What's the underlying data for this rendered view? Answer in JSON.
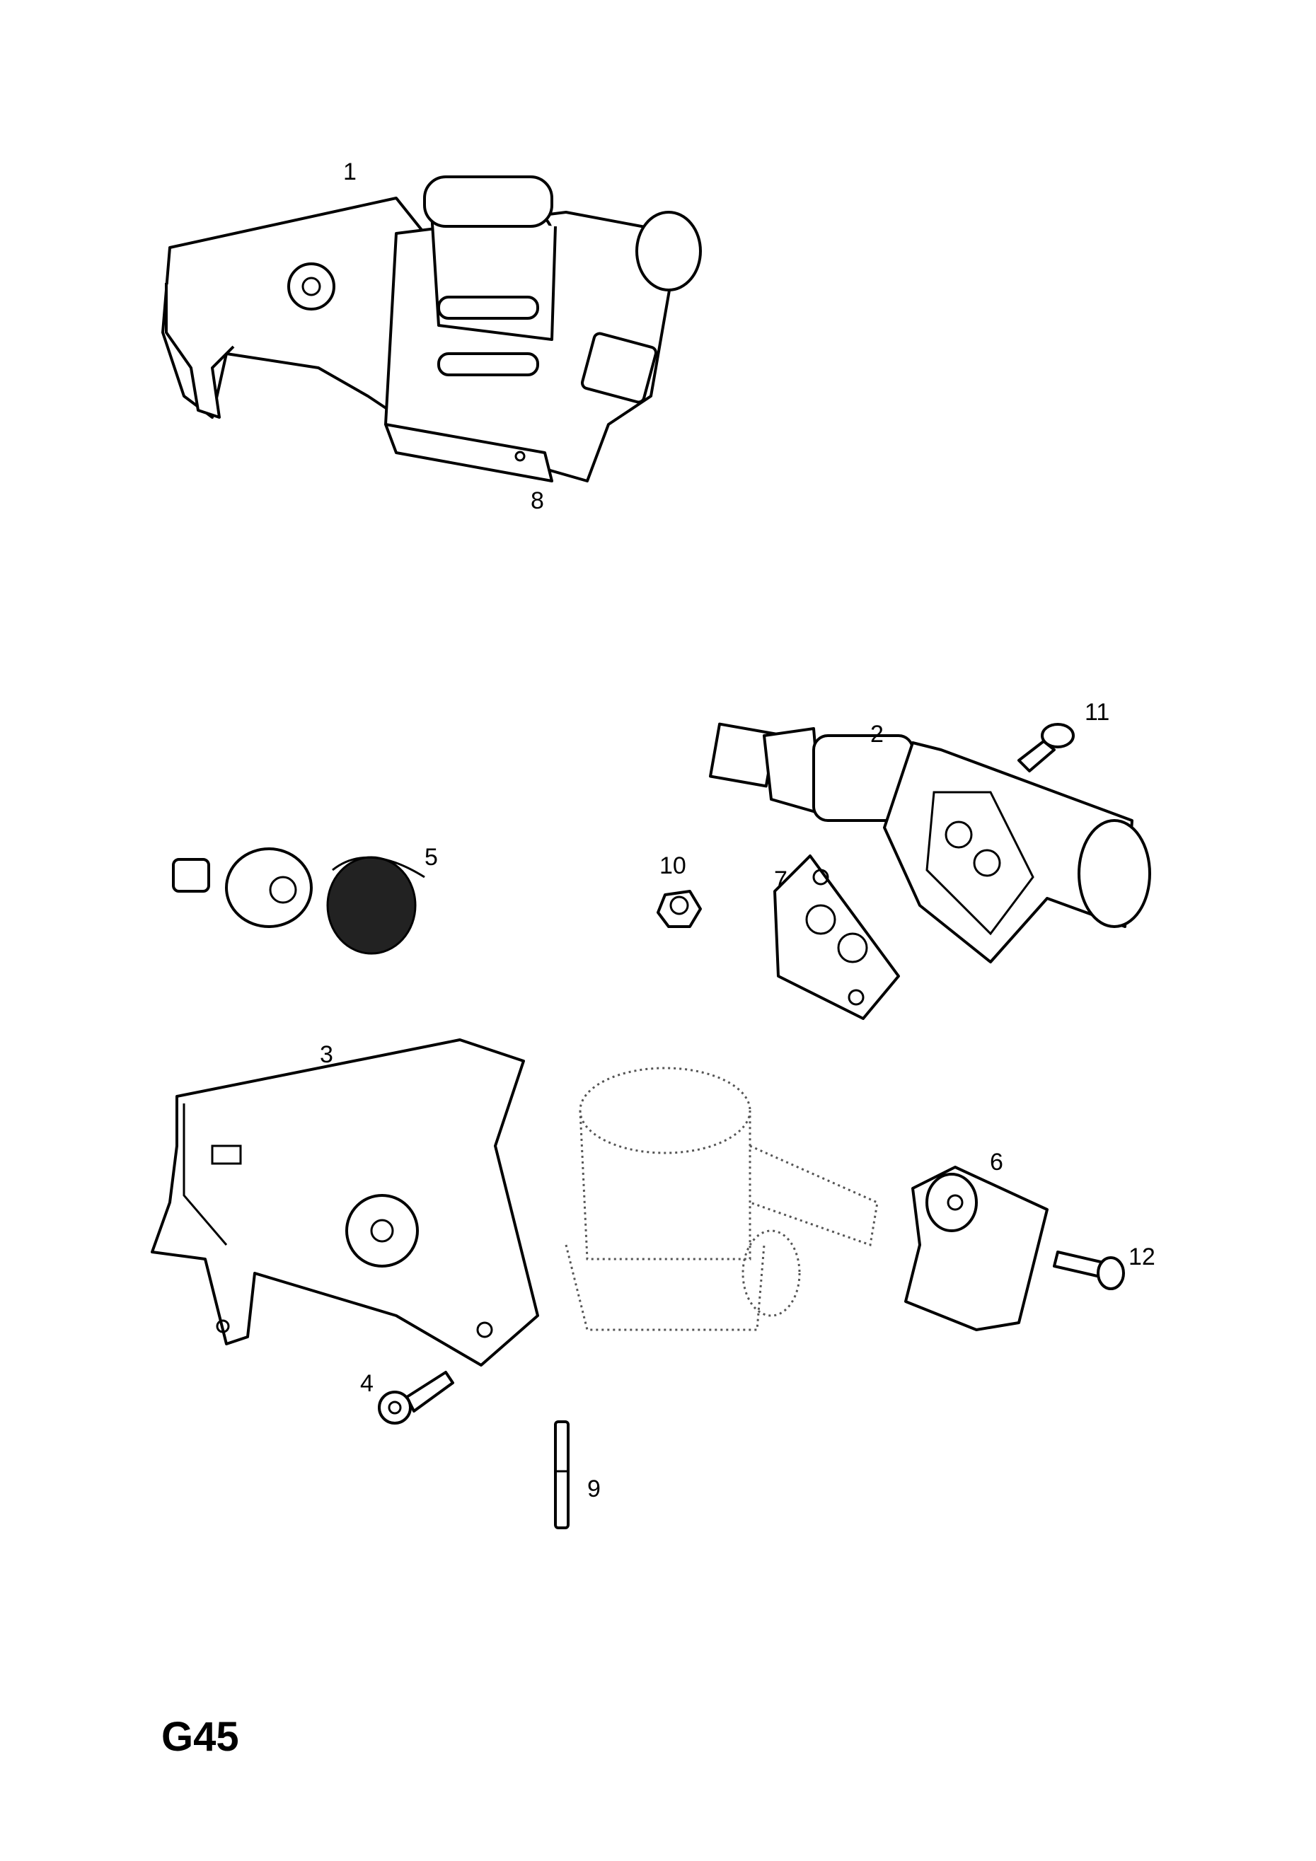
{
  "diagram": {
    "page_code": "G45",
    "callouts": [
      "1",
      "2",
      "3",
      "4",
      "5",
      "6",
      "7",
      "8",
      "9",
      "10",
      "11",
      "12"
    ]
  }
}
